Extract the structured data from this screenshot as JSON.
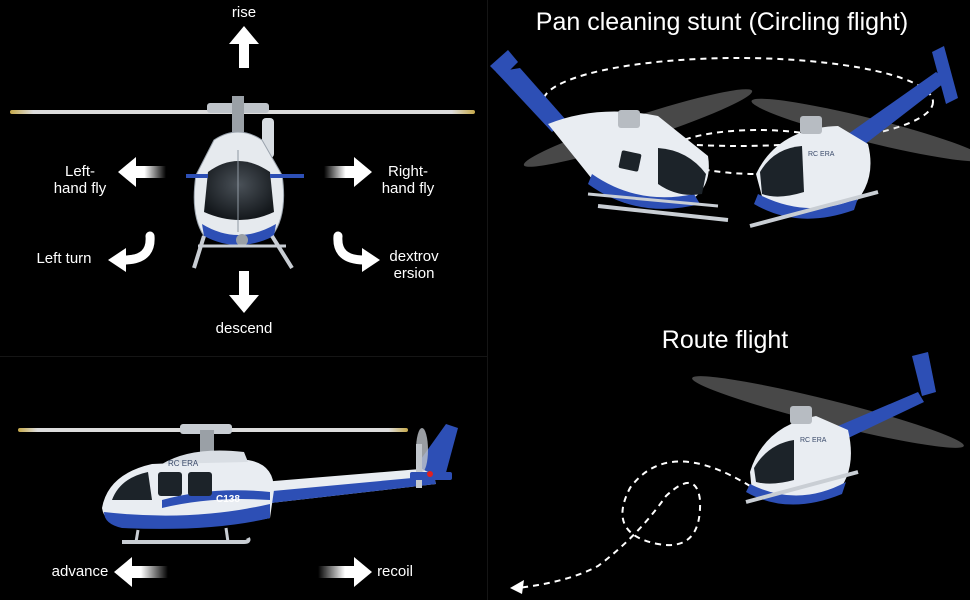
{
  "controls": {
    "rise": "rise",
    "descend": "descend",
    "left_fly": "Left-\nhand fly",
    "right_fly": "Right-\nhand fly",
    "left_turn": "Left turn",
    "dextroversion": "dextrov\nersion",
    "advance": "advance",
    "recoil": "recoil"
  },
  "stunts": {
    "circling_title": "Pan cleaning stunt (Circling flight)",
    "route_title": "Route flight"
  },
  "aircraft": {
    "brand": "RC ERA",
    "model_code": "C138"
  },
  "colors": {
    "background": "#000000",
    "fuselage_blue": "#2d4fb5",
    "fuselage_white": "#e9edf2",
    "arrow_white": "#ffffff"
  }
}
